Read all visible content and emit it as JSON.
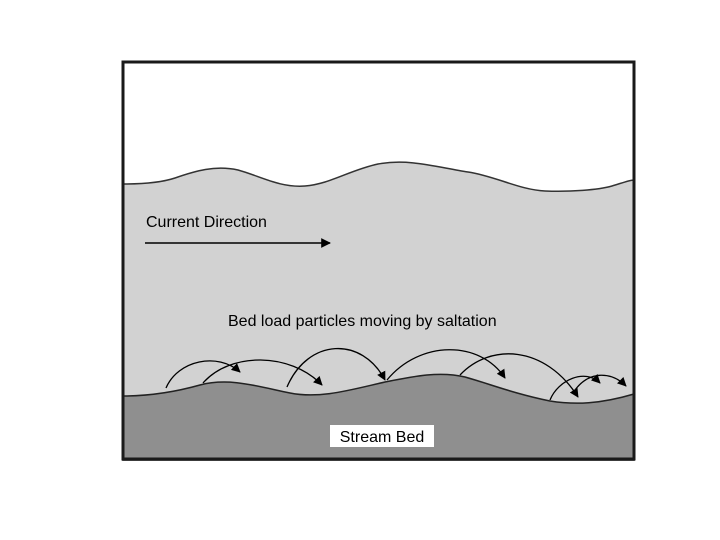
{
  "diagram": {
    "current_direction_label": "Current Direction",
    "saltation_label": "Bed load particles moving by saltation",
    "stream_bed_label": "Stream Bed"
  },
  "colors": {
    "background": "#ffffff",
    "water": "#d2d2d2",
    "bed": "#8f8f8f",
    "outline": "#1a1a1a",
    "label_box": "#ffffff"
  }
}
